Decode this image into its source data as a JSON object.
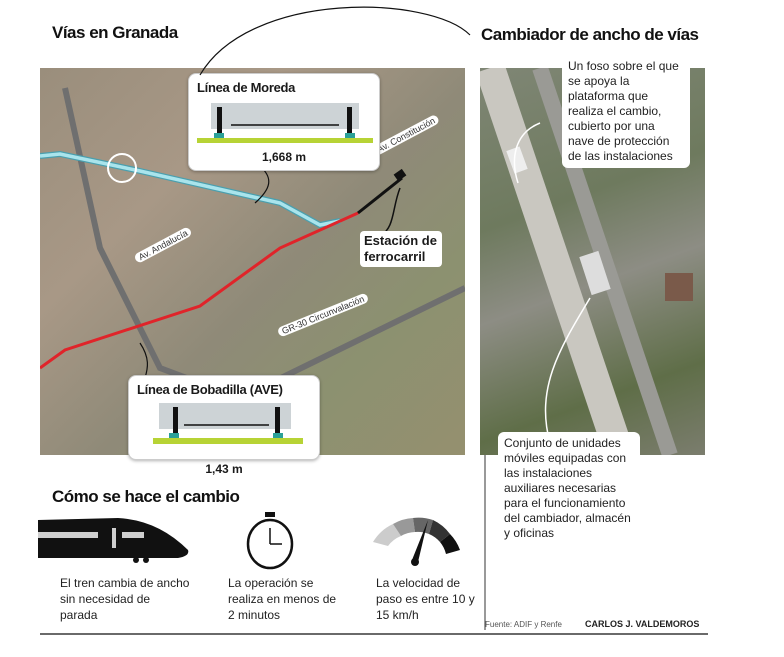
{
  "left": {
    "title": "Vías en Granada",
    "moreda": {
      "title": "Línea de Moreda",
      "gauge": "1,668 m",
      "color": "#8fd3dd"
    },
    "bobadilla": {
      "title": "Línea de Bobadilla (AVE)",
      "gauge": "1,43 m",
      "color": "#e0242a"
    },
    "roads": [
      "Av. Constitución",
      "Av. Andalucía",
      "GR-30  Circunvalación"
    ],
    "station": "Estación de ferrocarril"
  },
  "right": {
    "title": "Cambiador de ancho de vías",
    "callout_top": "Un foso sobre el que se apoya la plataforma que realiza el cambio, cubierto por una nave de protección de las instalaciones",
    "callout_bottom": "Conjunto de unidades móviles equipadas con las instalaciones auxiliares necesarias para el funcionamiento del cambiador, almacén y oficinas"
  },
  "how": {
    "title": "Cómo se hace el cambio",
    "items": [
      {
        "icon": "train-icon",
        "text": "El tren cambia de ancho sin necesidad de parada"
      },
      {
        "icon": "stopwatch-icon",
        "text": "La operación se realiza en menos de 2 minutos"
      },
      {
        "icon": "speedometer-icon",
        "text": "La velocidad de paso es entre 10 y 15 km/h"
      }
    ]
  },
  "footer": {
    "source": "Fuente: ADIF y Renfe",
    "author": "CARLOS J. VALDEMOROS"
  }
}
